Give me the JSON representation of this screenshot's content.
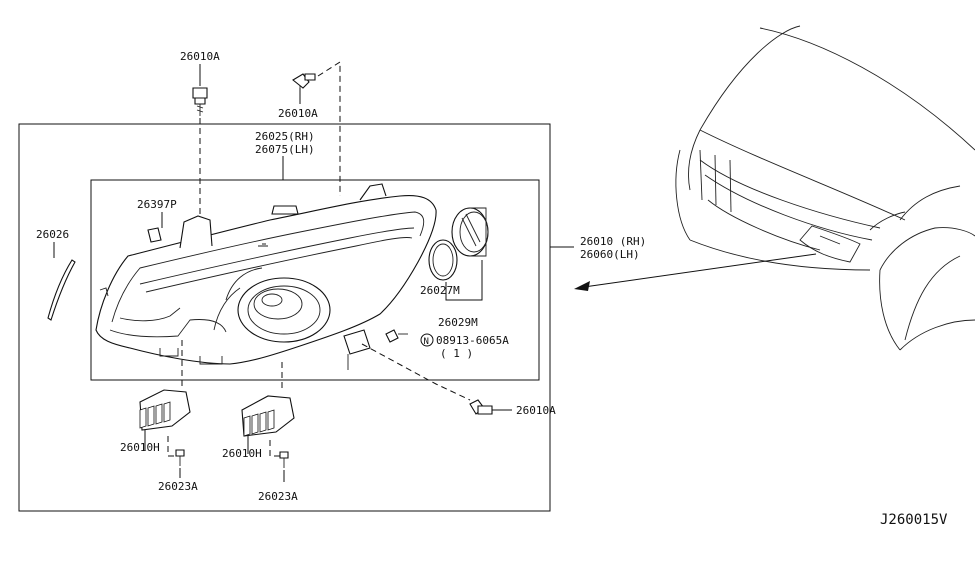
{
  "diagram_id": "J260015V",
  "labels": {
    "bolt_top": "26010A",
    "clip_top": "26010A",
    "housing_rh": "26025(RH)",
    "housing_lh": "26075(LH)",
    "bulb_small": "26397P",
    "trim_strip": "26026",
    "assembly_rh": "26010 (RH)",
    "assembly_lh": "26060(LH)",
    "oring": "26027M",
    "cap": "26029M",
    "bolt_n_number": "08913-6065A",
    "bolt_n_qty": "( 1 )",
    "bolt_n_symbol": "N",
    "bolt_right": "26010A",
    "bracket_left": "26010H",
    "bracket_right": "26010H",
    "screw_left": "26023A",
    "screw_right": "26023A"
  }
}
